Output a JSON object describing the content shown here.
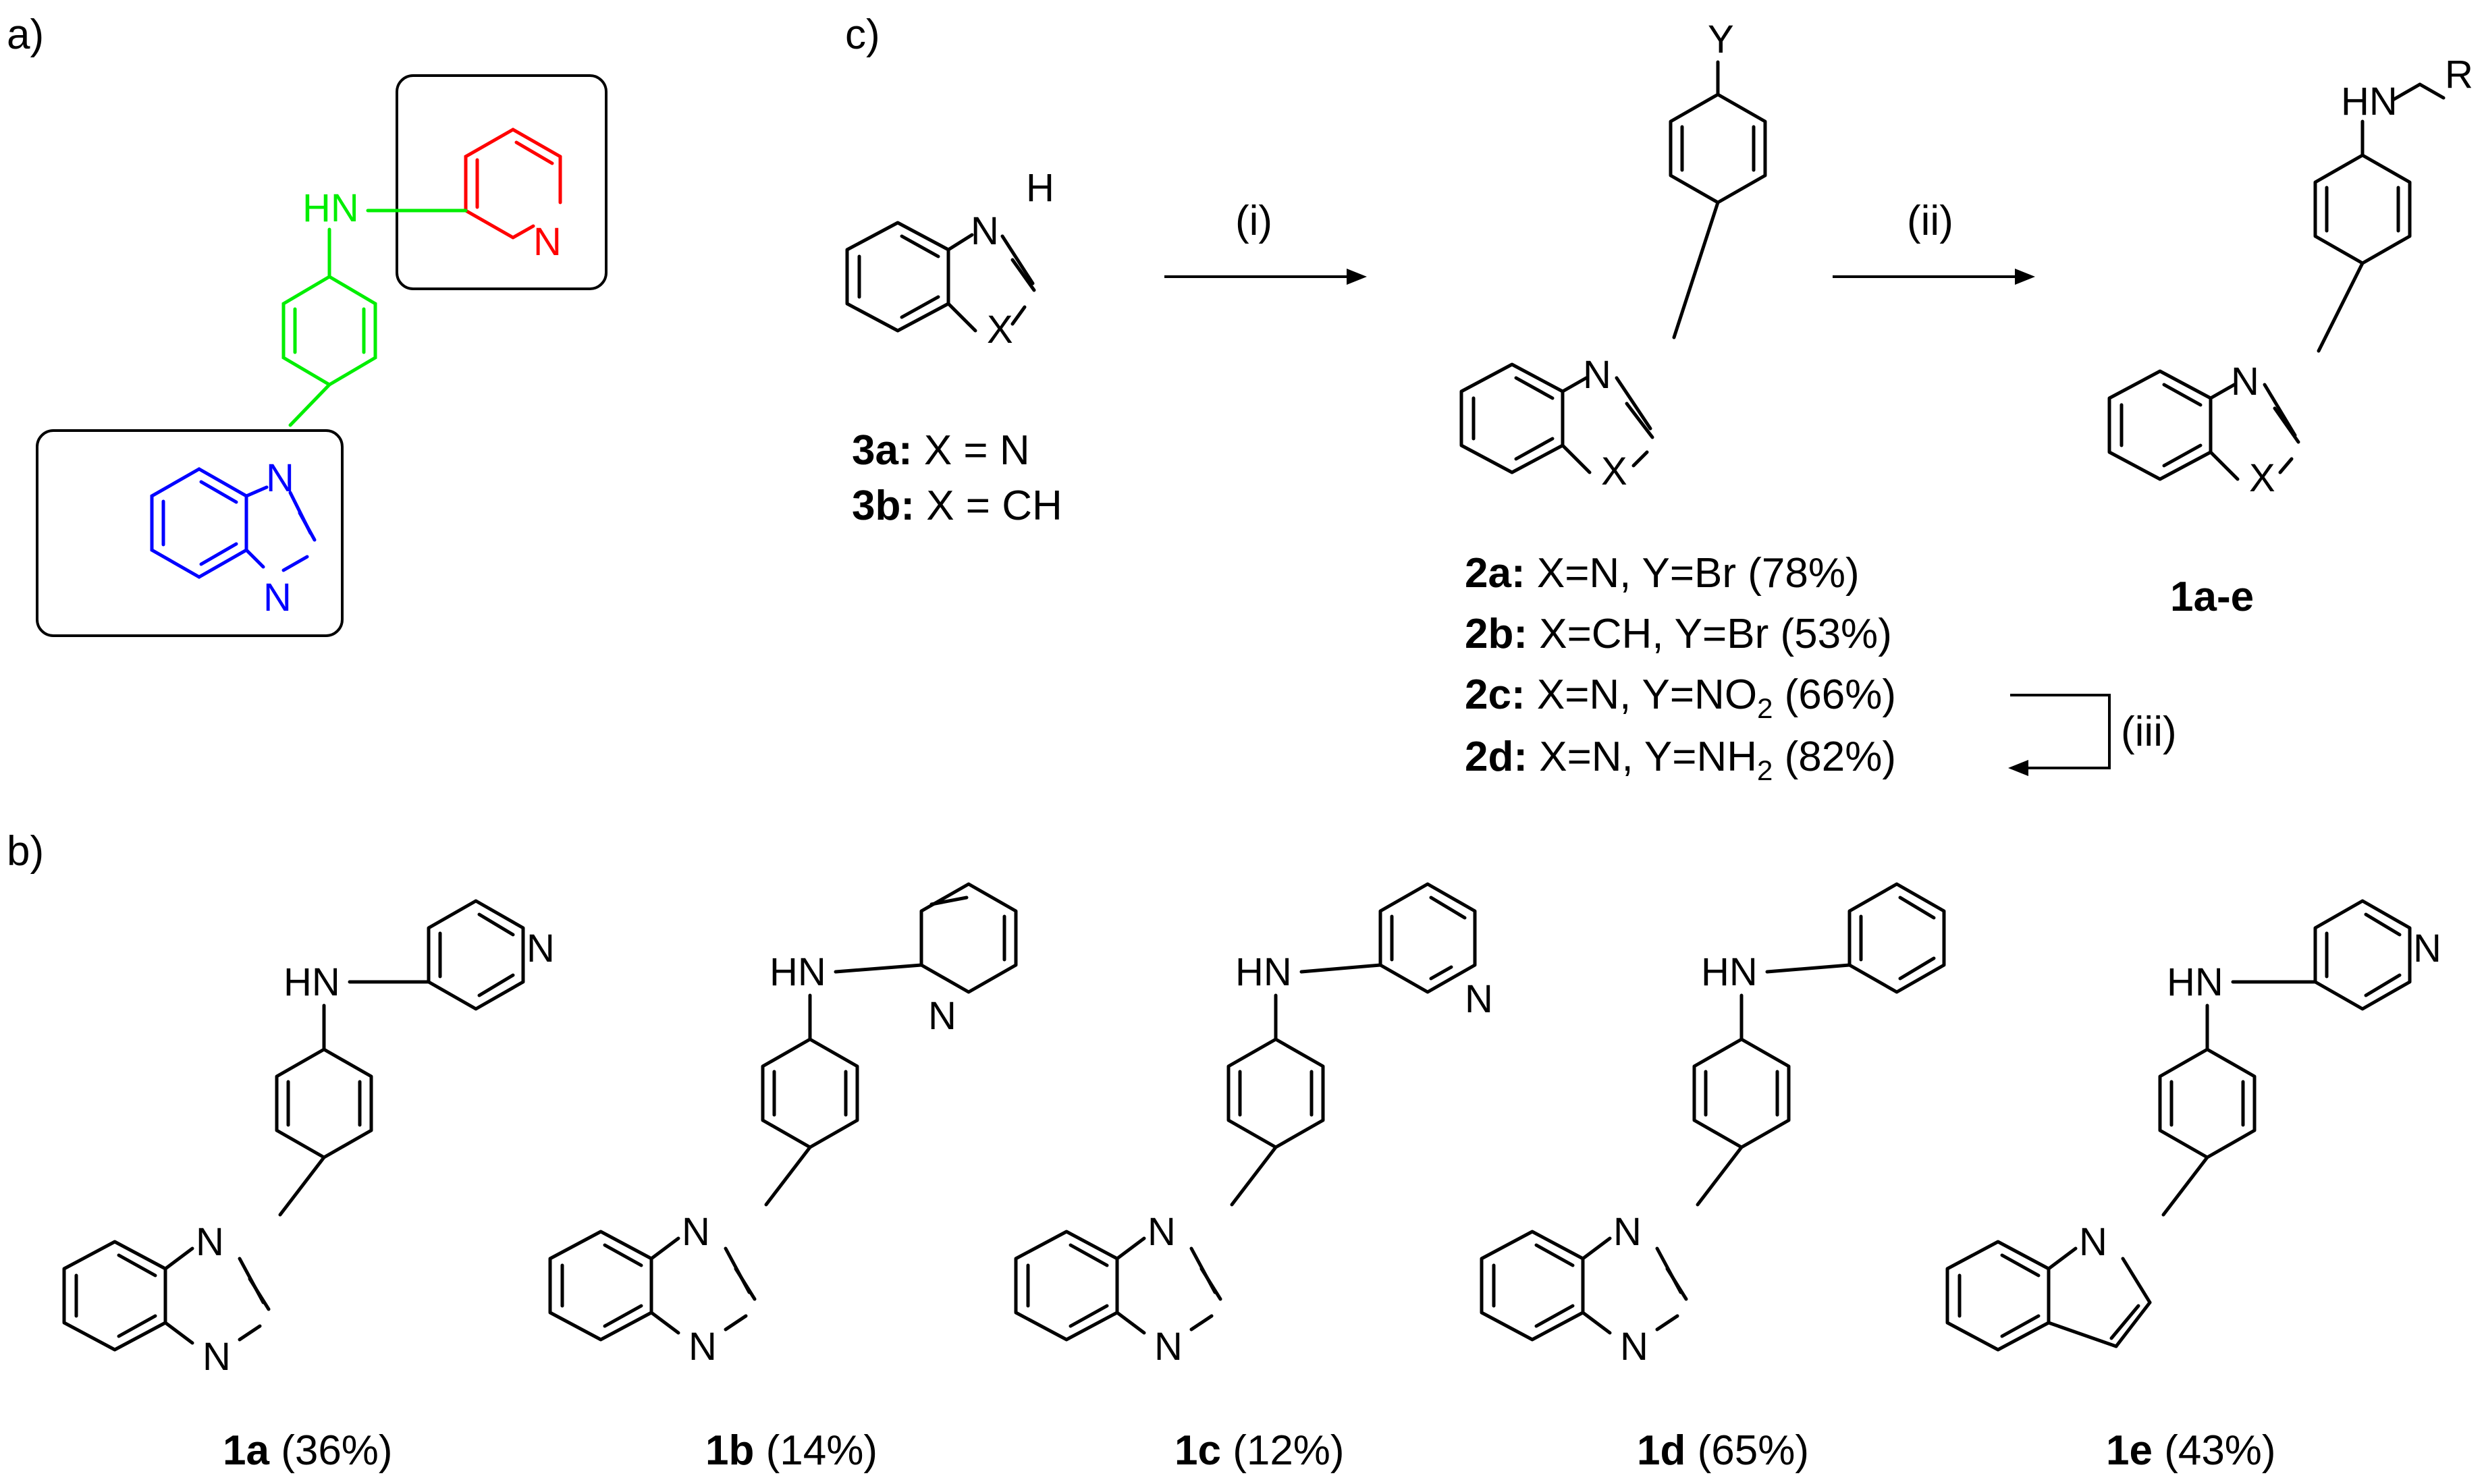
{
  "panels": {
    "a": "a)",
    "b": "b)",
    "c": "c)"
  },
  "colors": {
    "highlight_pyridine": "#FF0000",
    "highlight_linker": "#00EE00",
    "highlight_benzimidazole": "#0000FF",
    "ink": "#000000"
  },
  "atoms": {
    "N": "N",
    "HN": "HN",
    "H": "H",
    "X": "X",
    "Y": "Y",
    "R": "R",
    "HN_R": "HN"
  },
  "panel_a": {
    "hn": "HN",
    "n_pyr": "N",
    "n_bim1": "N",
    "n_bim2": "N"
  },
  "panel_c": {
    "step_i": "(i)",
    "step_ii": "(ii)",
    "step_iii": "(iii)",
    "sm": [
      {
        "id": "3a:",
        "desc": " X = N"
      },
      {
        "id": "3b:",
        "desc": " X = CH"
      }
    ],
    "intermediates": [
      {
        "id": "2a:",
        "desc": " X=N, Y=Br (78%)"
      },
      {
        "id": "2b:",
        "desc": " X=CH, Y=Br (53%)"
      },
      {
        "id": "2c:",
        "desc_pre": " X=N, Y=NO",
        "sub": "2",
        "desc_post": " (66%)"
      },
      {
        "id": "2d:",
        "desc_pre": " X=N, Y=NH",
        "sub": "2",
        "desc_post": " (82%)"
      }
    ],
    "product": "1a-e"
  },
  "panel_b": {
    "compounds": [
      {
        "id": "1a",
        "yield": " (36%)"
      },
      {
        "id": "1b",
        "yield": " (14%)"
      },
      {
        "id": "1c",
        "yield": " (12%)"
      },
      {
        "id": "1d",
        "yield": " (65%)"
      },
      {
        "id": "1e",
        "yield": " (43%)"
      }
    ]
  }
}
